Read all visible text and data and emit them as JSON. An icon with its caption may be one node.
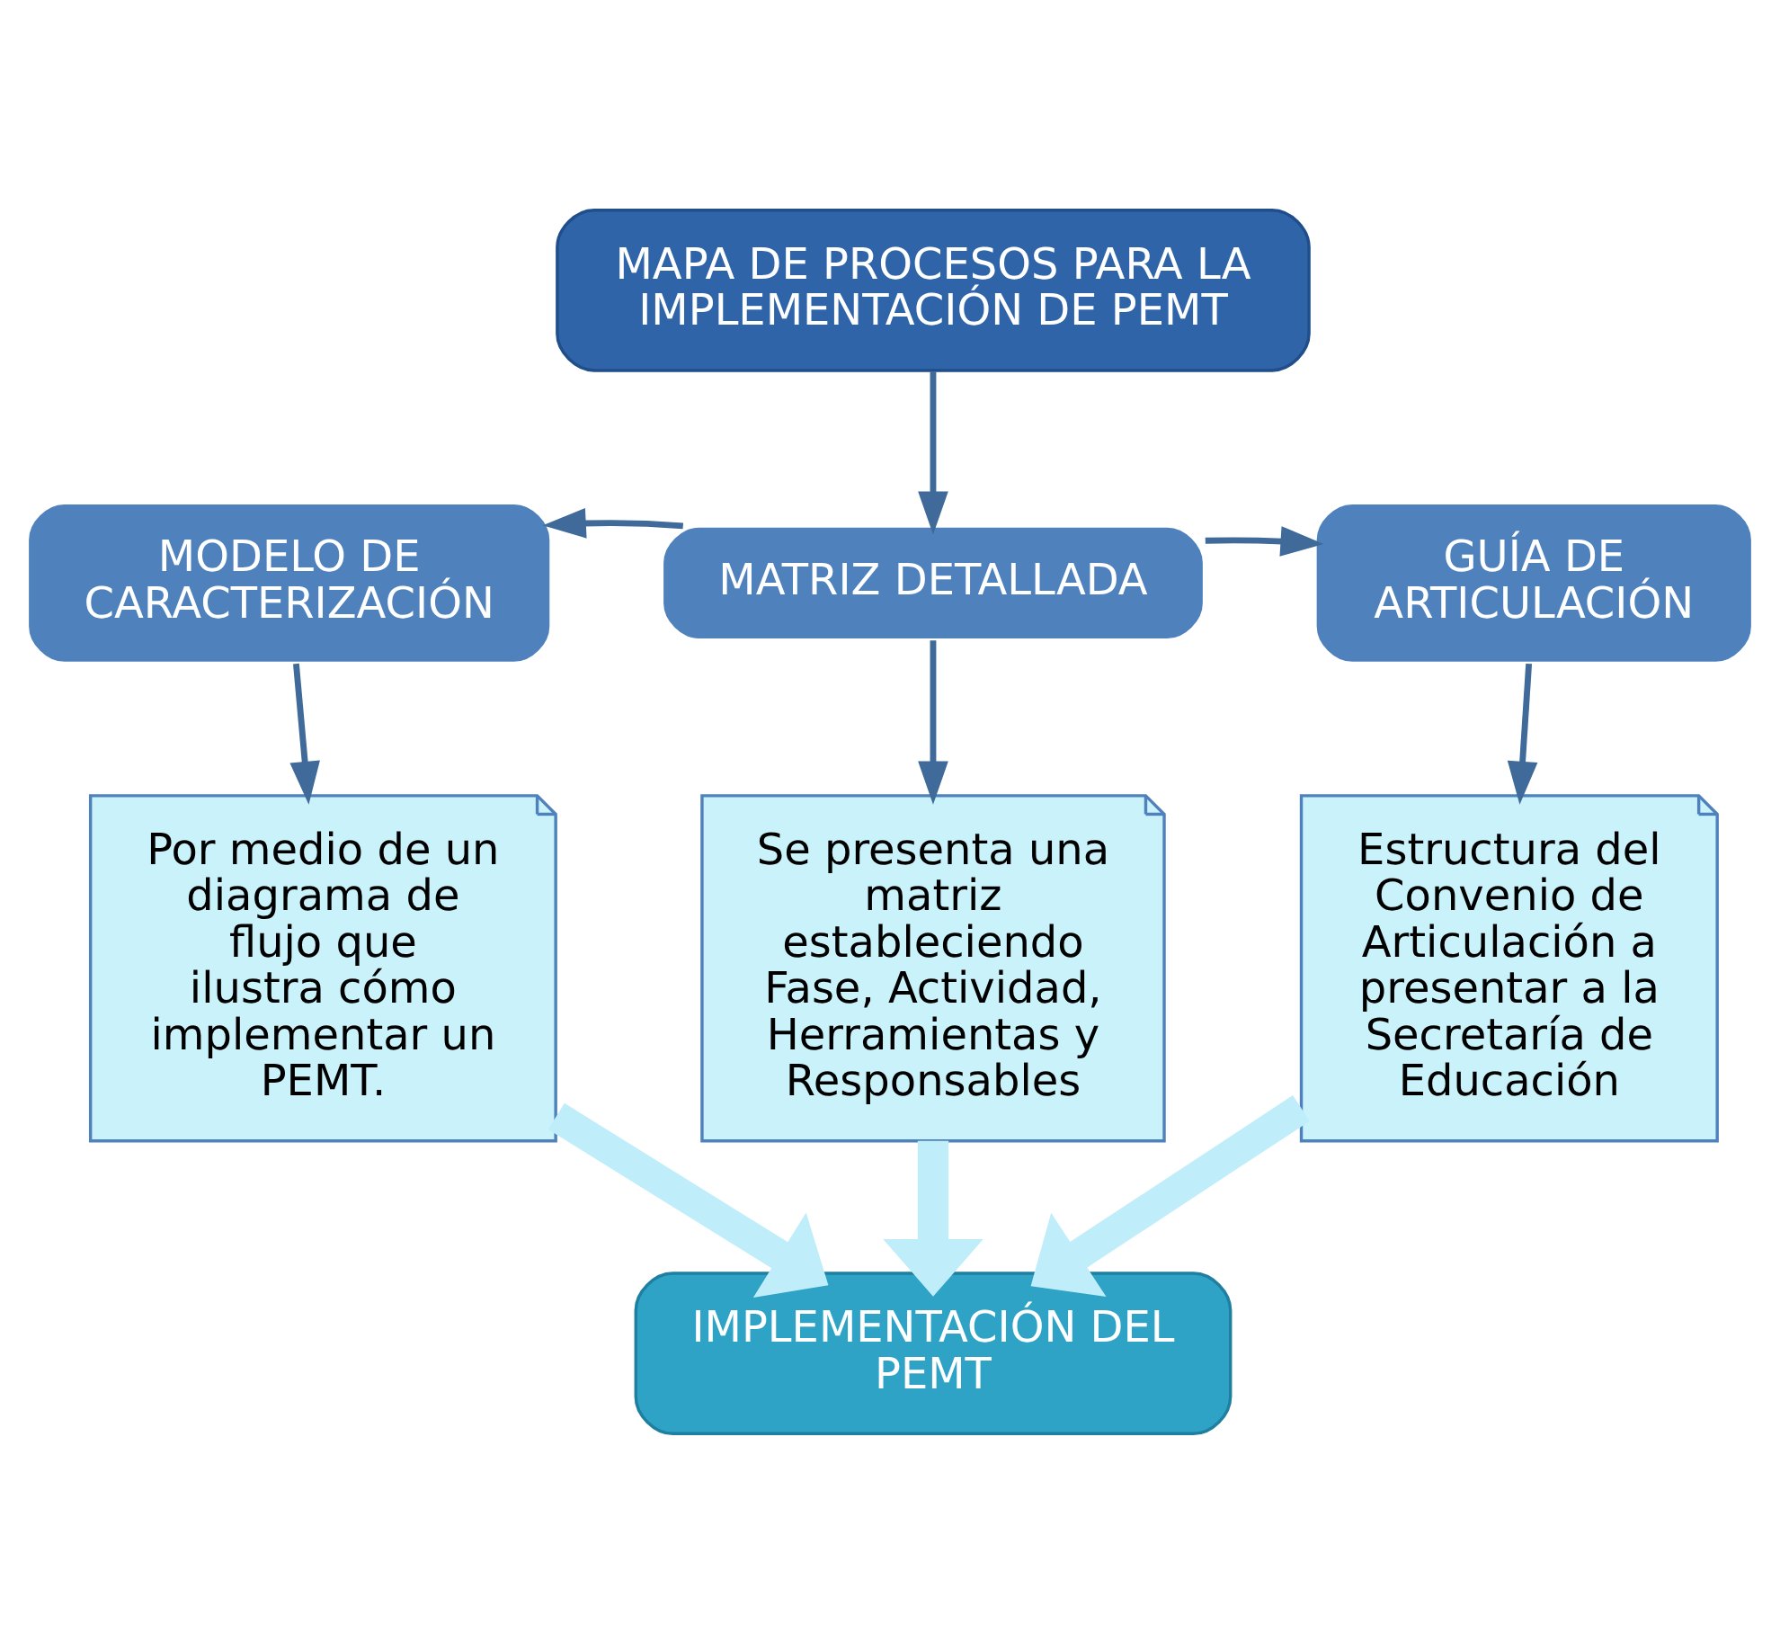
{
  "diagram": {
    "nodes": [
      {
        "text": [
          "MAPA DE PROCESOS PARA LA IMPLEMENTACIÓN DE PEMT"
        ]
      },
      {
        "text": [
          "MODELO DE CARACTERIZACIÓN"
        ]
      },
      {
        "text": [
          "MATRIZ DETALLADA"
        ]
      },
      {
        "text": [
          "GUÍA DE ARTICULACIÓN"
        ]
      },
      {
        "text": [
          "Por medio de un diagrama de flujo que ilustra cómo implementar un PEMT."
        ]
      },
      {
        "text": [
          "Se presenta una matriz estableciendo Fase, Actividad, Herramientas y Responsables"
        ]
      },
      {
        "text": [
          "Estructura del Convenio de Articulación a presentar a la Secretaría de Educación"
        ]
      },
      {
        "text": [
          "IMPLEMENTACIÓN DEL PEMT"
        ]
      }
    ],
    "edges": [
      {
        "from": 0,
        "to": 2,
        "arrow": "to"
      },
      {
        "from": 2,
        "to": 1,
        "arrow": "to"
      },
      {
        "from": 2,
        "to": 3,
        "arrow": "to"
      },
      {
        "from": 1,
        "to": 4,
        "arrow": "to"
      },
      {
        "from": 2,
        "to": 5,
        "arrow": "to"
      },
      {
        "from": 3,
        "to": 6,
        "arrow": "to"
      },
      {
        "from": 4,
        "to": 7,
        "arrow": "to",
        "style": "thick",
        "color": "#bfeefa"
      },
      {
        "from": 5,
        "to": 7,
        "arrow": "to",
        "style": "thick",
        "color": "#bfeefa"
      },
      {
        "from": 6,
        "to": 7,
        "arrow": "to",
        "style": "thick",
        "color": "#bfeefa"
      }
    ]
  }
}
